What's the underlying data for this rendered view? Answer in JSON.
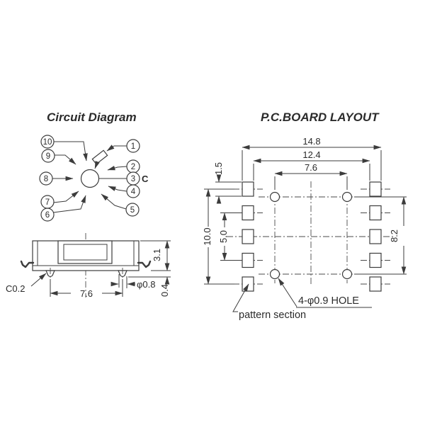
{
  "circuit_diagram": {
    "title": "Circuit Diagram",
    "common_label": "C",
    "pins": [
      "1",
      "2",
      "3",
      "4",
      "5",
      "6",
      "7",
      "8",
      "9",
      "10"
    ]
  },
  "side_view": {
    "height_dim": "3.1",
    "pin_pitch_dim": "7.6",
    "pin_diameter_dim": "φ0.8",
    "standoff_dim": "0.4",
    "chamfer_dim": "C0.2"
  },
  "pcb_layout": {
    "title": "P.C.BOARD LAYOUT",
    "overall_width_dim": "14.8",
    "inner_width_dim": "12.4",
    "hole_span_x_dim": "7.6",
    "pad_height_dim": "1.5",
    "pad_span_dim": "10.0",
    "pad_pitch_dim": "5.0",
    "hole_span_y_dim": "8.2",
    "hole_note": "4-φ0.9 HOLE",
    "pattern_note": "pattern section"
  }
}
